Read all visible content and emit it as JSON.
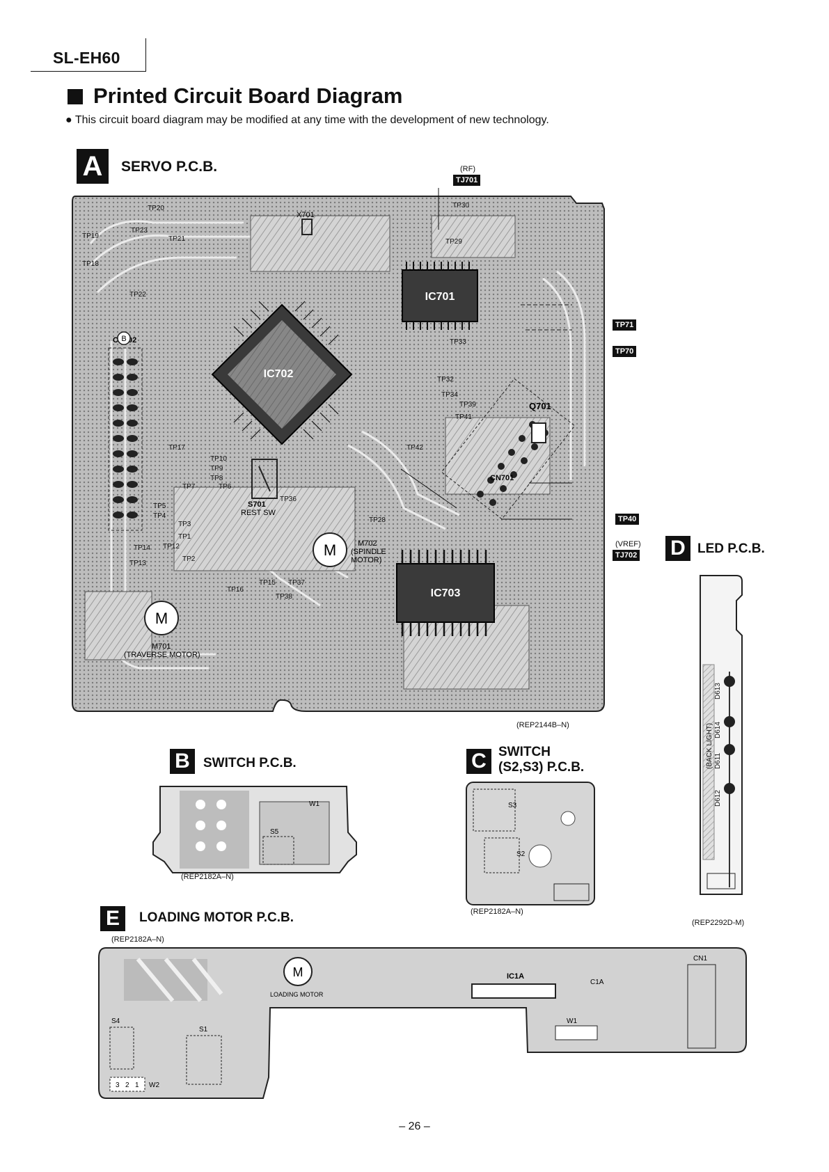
{
  "header": {
    "model": "SL-EH60",
    "title": "Printed Circuit Board Diagram",
    "note": "● This circuit board diagram may be modified at any time with the development of new technology."
  },
  "servo": {
    "badge": "A",
    "title": "SERVO P.C.B.",
    "ref": "(REP2144B–N)",
    "rf_label": "(RF)",
    "vref_label": "(VREF)",
    "tags": [
      "TJ701",
      "TP71",
      "TP70",
      "TP40",
      "TJ702"
    ],
    "chips": [
      "IC701",
      "IC702",
      "IC703"
    ],
    "transistor": "Q701",
    "connectors": [
      "CN701",
      "CN702"
    ],
    "crystal": "X701",
    "switch": "S701",
    "switch_desc": "REST SW",
    "motor_symbol": "M",
    "motor1_name": "M701",
    "motor1_desc": "(TRAVERSE MOTOR)",
    "motor2_name": "M702",
    "motor2_desc1": "(SPINDLE",
    "motor2_desc2": "MOTOR)",
    "point_b": "B",
    "tps": [
      "TP20",
      "TP23",
      "TP19",
      "TP21",
      "TP18",
      "TP22",
      "TP30",
      "TP29",
      "TP33",
      "TP32",
      "TP34",
      "TP39",
      "TP41",
      "TP42",
      "TP17",
      "TP10",
      "TP9",
      "TP8",
      "TP7",
      "TP6",
      "TP5",
      "TP4",
      "TP3",
      "TP1",
      "TP36",
      "TP14",
      "TP12",
      "TP13",
      "TP2",
      "TP16",
      "TP15",
      "TP37",
      "TP38",
      "TP28"
    ]
  },
  "led": {
    "badge": "D",
    "title": "LED P.C.B.",
    "ref": "(REP2292D-M)",
    "backlight": "(BACK LIGHT)",
    "leds": [
      "D613",
      "D614",
      "D611",
      "D612"
    ]
  },
  "switch_b": {
    "badge": "B",
    "title": "SWITCH P.C.B.",
    "ref": "(REP2182A–N)",
    "labels": [
      "S5",
      "W1"
    ]
  },
  "switch_c": {
    "badge": "C",
    "title_line1": "SWITCH",
    "title_line2": "(S2,S3) P.C.B.",
    "ref": "(REP2182A–N)",
    "labels": [
      "S3",
      "S2"
    ]
  },
  "loading": {
    "badge": "E",
    "title": "LOADING MOTOR P.C.B.",
    "ref": "(REP2182A–N)",
    "motor_symbol": "M",
    "motor_desc": "LOADING MOTOR",
    "ic": "IC1A",
    "cap": "C1A",
    "labels": [
      "S4",
      "S1",
      "W1",
      "W2",
      "CN1"
    ],
    "pins": [
      "3",
      "2",
      "1"
    ]
  },
  "footer": {
    "page": "– 26 –"
  }
}
